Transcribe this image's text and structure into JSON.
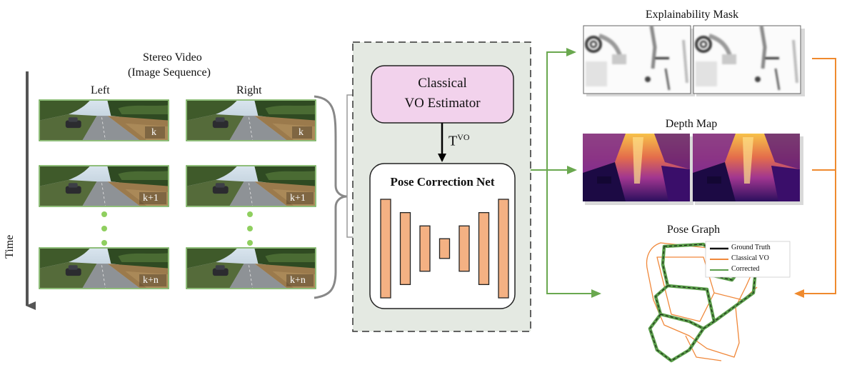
{
  "input": {
    "title_line1": "Stereo Video",
    "title_line2": "(Image Sequence)",
    "left_label": "Left",
    "right_label": "Right",
    "time_label": "Time",
    "frames": [
      {
        "left_tag": "k",
        "right_tag": "k"
      },
      {
        "left_tag": "k+1",
        "right_tag": "k+1"
      },
      {
        "left_tag": "k+n",
        "right_tag": "k+n"
      }
    ]
  },
  "vo": {
    "line1": "Classical",
    "line2": "VO Estimator",
    "transform_base": "T",
    "transform_sup": "VO"
  },
  "net": {
    "title": "Pose Correction Net",
    "bar_levels": [
      1.0,
      0.73,
      0.46,
      0.2,
      0.46,
      0.73,
      1.0
    ]
  },
  "outputs": {
    "explainability_title": "Explainability Mask",
    "depth_title": "Depth Map",
    "pose_graph_title": "Pose Graph",
    "legend": [
      {
        "label": "Ground Truth",
        "color": "#111111"
      },
      {
        "label": "Classical VO",
        "color": "#f0883a"
      },
      {
        "label": "Corrected",
        "color": "#5a9e4a"
      }
    ]
  },
  "colors": {
    "green_arrow": "#6aa84f",
    "orange_arrow": "#ef8a2e",
    "vo_fill": "#f2d2ec",
    "panel_fill": "#e4e9e2",
    "bar_fill": "#f4b183"
  }
}
